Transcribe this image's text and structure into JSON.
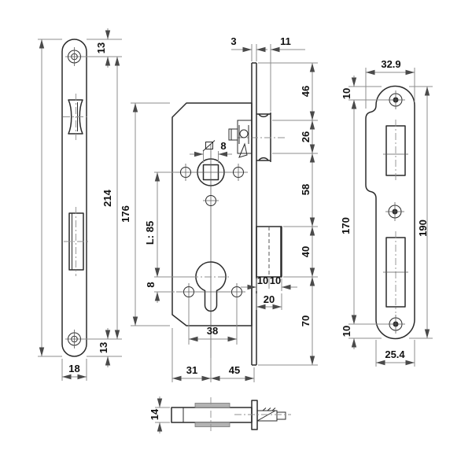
{
  "drawing": {
    "title": "Mortise lock technical drawing",
    "line_color": "#2b2b2b",
    "dimension_color": "#8c8c8c",
    "views": {
      "faceplate": {
        "name": "faceplate front view",
        "dims": {
          "edge_to_hole_top": "13",
          "hole_spacing": "214",
          "edge_to_hole_bottom": "13",
          "width": "18"
        }
      },
      "lock_case": {
        "name": "lock case side view",
        "dims": {
          "faceplate_thickness": "3",
          "latch_projection": "11",
          "follower_square": "8",
          "case_height": "176",
          "centre_distance": "L: 85",
          "cylinder_to_hole": "8",
          "screw_spacing": "38",
          "backset": "31",
          "case_depth": "45",
          "seg_top": "46",
          "seg_latch": "26",
          "seg_mid": "58",
          "seg_bolt": "40",
          "bolt_left": "10",
          "bolt_right": "10",
          "bolt_width": "20",
          "seg_bottom": "70"
        }
      },
      "strike_plate": {
        "name": "strike plate front view",
        "dims": {
          "width_with_lip": "32.9",
          "edge_to_hole_top": "10",
          "hole_spacing": "170",
          "overall_height": "190",
          "edge_to_hole_bottom": "10",
          "width": "25.4"
        }
      },
      "bottom_view": {
        "name": "lock case bottom view",
        "dims": {
          "thickness": "14"
        }
      }
    }
  }
}
